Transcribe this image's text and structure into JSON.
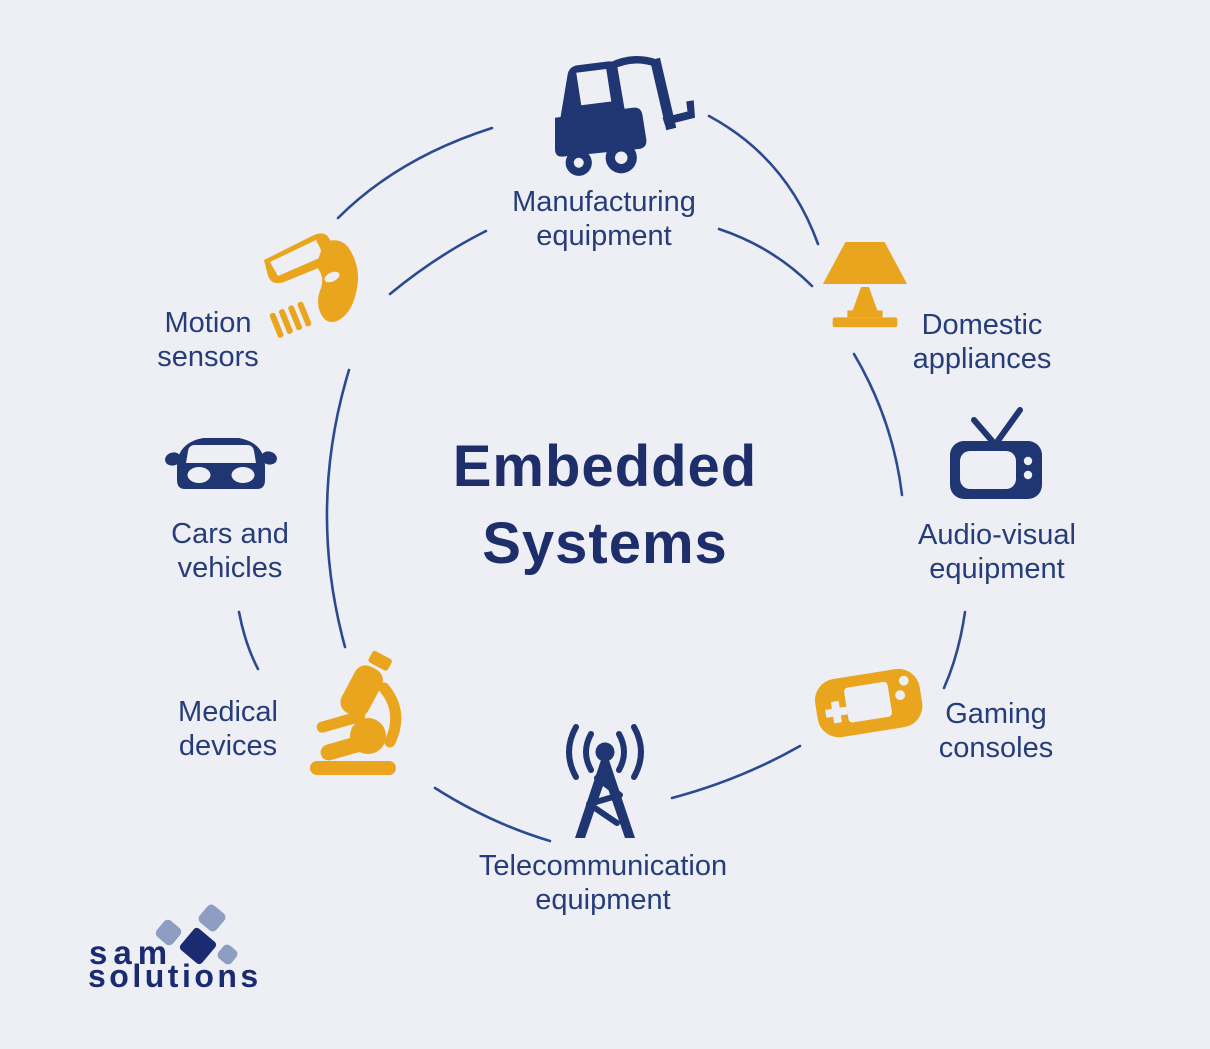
{
  "title": {
    "line1": "Embedded",
    "line2": "Systems"
  },
  "items": [
    {
      "id": "manufacturing",
      "icon": "forklift-icon",
      "color": "navy",
      "label_lines": [
        "Manufacturing",
        "equipment"
      ]
    },
    {
      "id": "domestic",
      "icon": "lamp-icon",
      "color": "gold",
      "label_lines": [
        "Domestic",
        "appliances"
      ]
    },
    {
      "id": "audio-visual",
      "icon": "tv-icon",
      "color": "navy",
      "label_lines": [
        "Audio-visual",
        "equipment"
      ]
    },
    {
      "id": "gaming",
      "icon": "game-console-icon",
      "color": "gold",
      "label_lines": [
        "Gaming",
        "consoles"
      ]
    },
    {
      "id": "telecom",
      "icon": "radio-tower-icon",
      "color": "navy",
      "label_lines": [
        "Telecommunication",
        "equipment"
      ]
    },
    {
      "id": "medical",
      "icon": "microscope-icon",
      "color": "gold",
      "label_lines": [
        "Medical",
        "devices"
      ]
    },
    {
      "id": "cars",
      "icon": "car-icon",
      "color": "navy",
      "label_lines": [
        "Cars and",
        "vehicles"
      ]
    },
    {
      "id": "motion",
      "icon": "barcode-scanner-icon",
      "color": "gold",
      "label_lines": [
        "Motion",
        "sensors"
      ]
    }
  ],
  "logo": {
    "line1": "sam",
    "line2": "solutions"
  },
  "colors": {
    "background": "#edeff4",
    "navy": "#203673",
    "gold": "#eaa51e",
    "title_text": "#1d2e6b",
    "label_text": "#263d7a",
    "arc": "#2c4a8f",
    "logo_navy": "#1b2b72",
    "logo_slate": "#8d9ec2"
  }
}
